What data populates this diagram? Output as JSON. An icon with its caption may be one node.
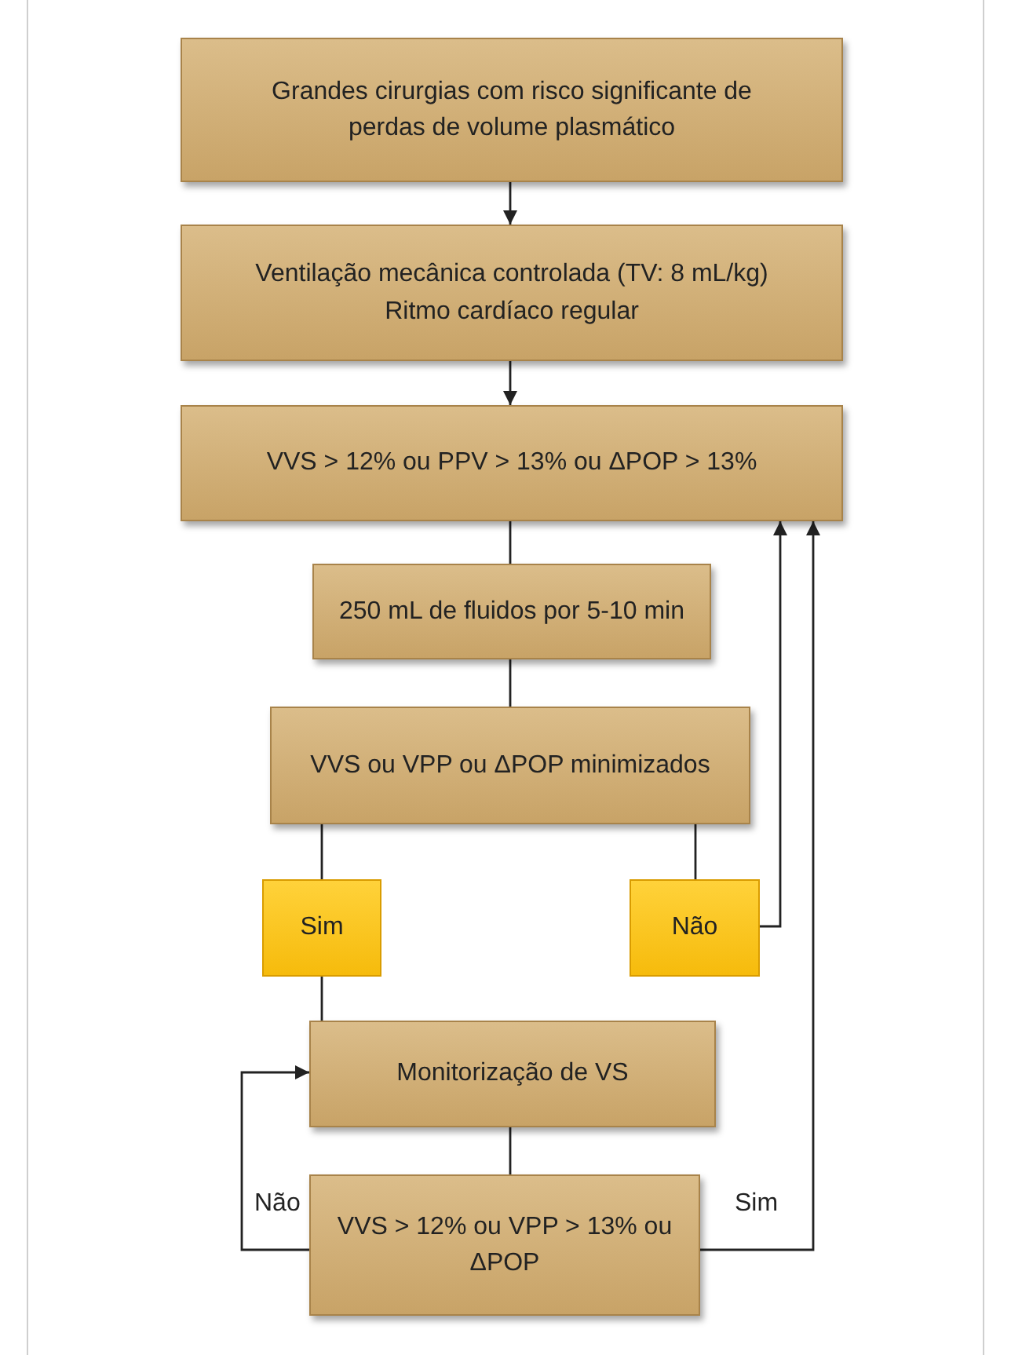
{
  "diagram": {
    "nodes": [
      {
        "text": [
          "Grandes cirurgias com risco significante de perdas de volume plasmático"
        ]
      },
      {
        "text": [
          "Ventilação mecânica controlada (TV: 8 mL/kg) Ritmo cardíaco regular"
        ]
      },
      {
        "text": [
          "VVS > 12% ou PPV > 13% ou ΔPOP > 13%"
        ]
      },
      {
        "text": [
          "250 mL de fluidos por 5-10 min"
        ]
      },
      {
        "text": [
          "VVS ou VPP ou ΔPOP minimizados"
        ]
      },
      {
        "text": [
          "Sim"
        ]
      },
      {
        "text": [
          "Não"
        ]
      },
      {
        "text": [
          "Monitorização de VS"
        ]
      },
      {
        "text": [
          "VVS > 12% ou VPP > 13% ou ΔPOP"
        ]
      }
    ],
    "edges": [
      {
        "from": 0,
        "to": 1,
        "arrow": "to"
      },
      {
        "from": 1,
        "to": 2,
        "arrow": "to"
      },
      {
        "from": 2,
        "to": 3,
        "arrow": "none"
      },
      {
        "from": 3,
        "to": 4,
        "arrow": "none"
      },
      {
        "from": 4,
        "to": 5,
        "arrow": "none"
      },
      {
        "from": 4,
        "to": 6,
        "arrow": "none"
      },
      {
        "from": 6,
        "to": 2,
        "arrow": "to"
      },
      {
        "from": 5,
        "to": 7,
        "arrow": "none"
      },
      {
        "from": 7,
        "to": 8,
        "arrow": "none"
      },
      {
        "from": 8,
        "to": 7,
        "arrow": "to",
        "label": "Não"
      },
      {
        "from": 8,
        "to": 2,
        "arrow": "to",
        "label": "Sim"
      }
    ]
  }
}
